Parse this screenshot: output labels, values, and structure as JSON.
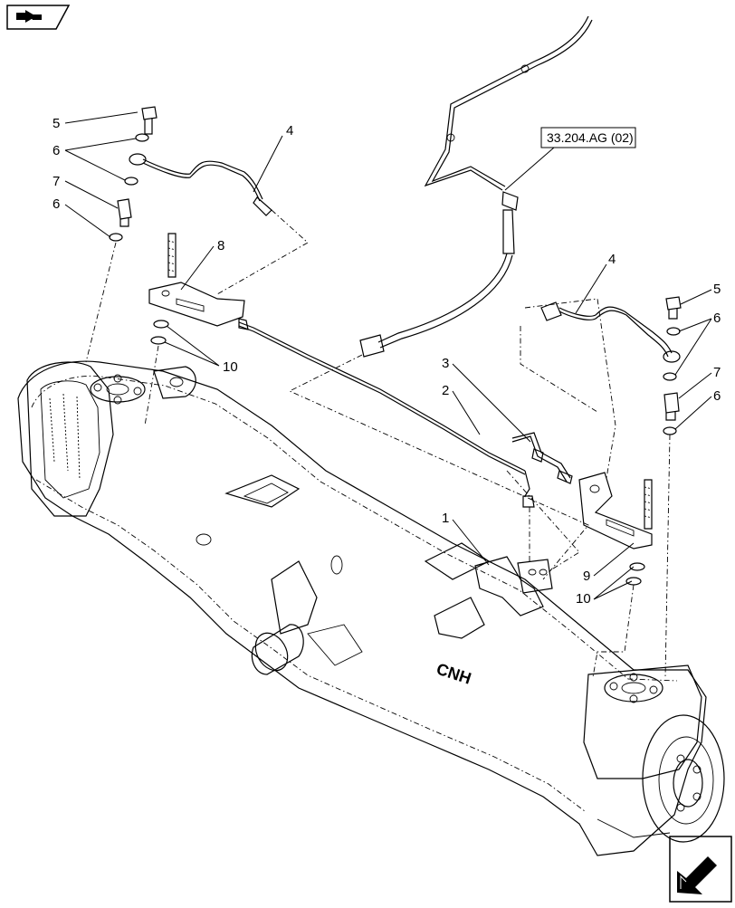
{
  "callouts": {
    "c1": "1",
    "c2": "2",
    "c3": "3",
    "c4_left": "4",
    "c4_right": "4",
    "c5_left": "5",
    "c5_right": "5",
    "c6_left_a": "6",
    "c6_left_b": "6",
    "c6_right_a": "6",
    "c6_right_b": "6",
    "c7_left": "7",
    "c7_right": "7",
    "c8": "8",
    "c9": "9",
    "c10_left": "10",
    "c10_right": "10"
  },
  "reference_box": {
    "label": "33.204.AG (02)"
  },
  "axle_logo": {
    "text": "CNH"
  },
  "icons": {
    "top_nav": "return-arrow-icon",
    "bottom_nav": "navigate-arrow-icon"
  }
}
